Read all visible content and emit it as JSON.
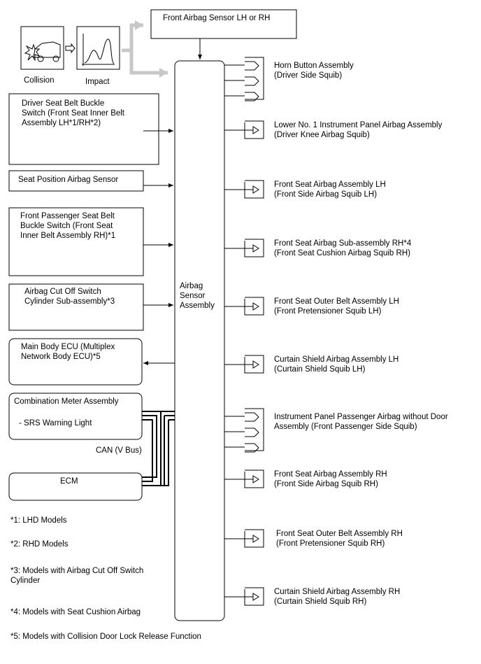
{
  "sensor_top": "Front Airbag Sensor LH or RH",
  "collision_label": "Collision",
  "impact_label": "Impact",
  "center_ecu": [
    "Airbag",
    "Sensor",
    "Assembly"
  ],
  "inputs": {
    "driver_buckle": [
      "Driver Seat Belt Buckle",
      "Switch (Front Seat Inner Belt",
      "Assembly LH*1/RH*2)"
    ],
    "seat_position": "Seat Position Airbag Sensor",
    "passenger_buckle": [
      "Front Passenger Seat Belt",
      "Buckle Switch (Front Seat",
      "Inner Belt Assembly RH)*1"
    ],
    "cutoff_switch": [
      "Airbag Cut Off Switch",
      "Cylinder Sub-assembly*3"
    ],
    "main_body_ecu": [
      "Main Body ECU (Multiplex",
      "Network Body ECU)*5"
    ],
    "combination_meter": "Combination Meter Assembly",
    "srs_warning": "- SRS Warning Light",
    "can_label": "CAN (V Bus)",
    "ecm": "ECM"
  },
  "outputs": [
    [
      "Horn Button Assembly",
      "(Driver Side Squib)"
    ],
    [
      "Lower No. 1 Instrument Panel Airbag Assembly",
      "(Driver Knee Airbag Squib)"
    ],
    [
      "Front Seat Airbag Assembly LH",
      "(Front Side Airbag Squib LH)"
    ],
    [
      "Front Seat Airbag Sub-assembly RH*4",
      "(Front Seat Cushion Airbag Squib RH)"
    ],
    [
      "Front Seat Outer Belt Assembly LH",
      "(Front Pretensioner Squib LH)"
    ],
    [
      "Curtain Shield Airbag Assembly LH",
      "(Curtain Shield Squib LH)"
    ],
    [
      "Instrument Panel Passenger Airbag without Door",
      "Assembly (Front Passenger Side Squib)"
    ],
    [
      "Front Seat Airbag Assembly RH",
      "(Front Side Airbag Squib RH)"
    ],
    [
      "Front Seat Outer Belt Assembly RH",
      "(Front Pretensioner Squib RH)"
    ],
    [
      "Curtain Shield Airbag Assembly RH",
      "(Curtain Shield Squib RH)"
    ]
  ],
  "notes": [
    "*1: LHD Models",
    "*2: RHD Models",
    [
      "*3: Models with Airbag Cut Off Switch",
      "Cylinder"
    ],
    "*4: Models with Seat Cushion Airbag",
    "*5: Models with Collision Door Lock Release Function"
  ]
}
